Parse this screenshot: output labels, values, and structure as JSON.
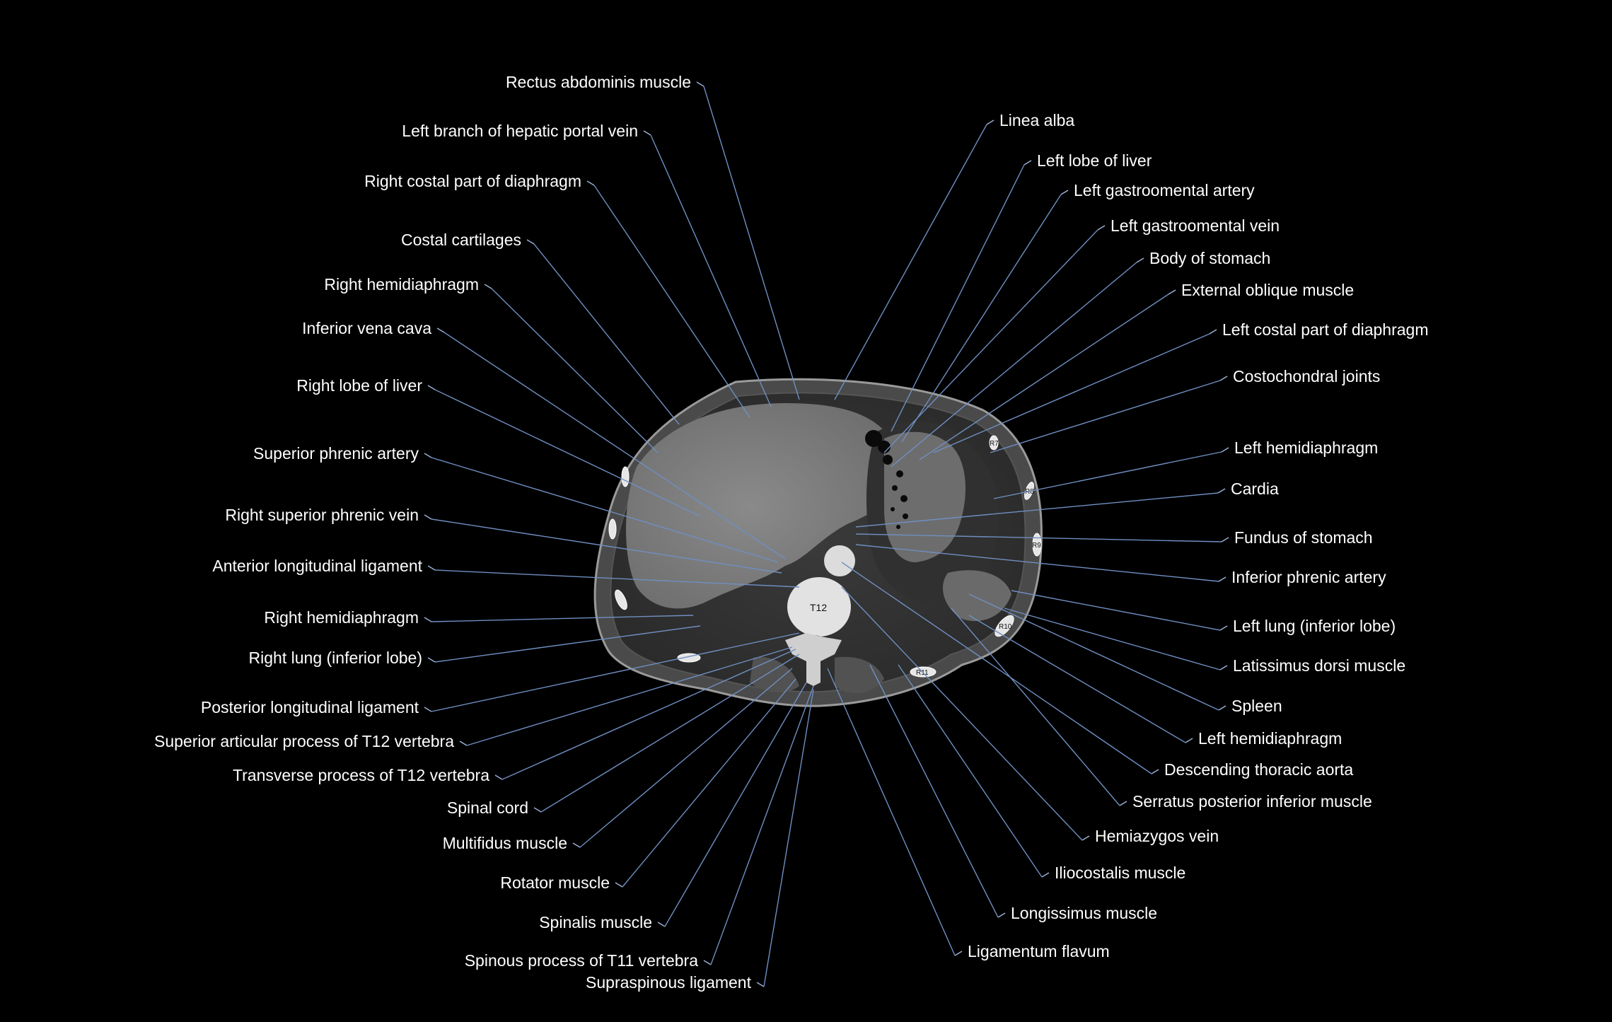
{
  "vertebra_label": "T12",
  "rib_labels": [
    "R7",
    "R8",
    "R9",
    "R10",
    "R11"
  ],
  "colors": {
    "background": "#000000",
    "label_text": "#ffffff",
    "leader_line": "#6f8fc2"
  },
  "labels_left": [
    "Rectus abdominis muscle",
    "Left branch of hepatic portal vein",
    "Right costal part of diaphragm",
    "Costal cartilages",
    "Right hemidiaphragm",
    "Inferior vena cava",
    "Right lobe of liver",
    "Superior phrenic artery",
    "Right superior phrenic vein",
    "Anterior longitudinal ligament",
    "Right hemidiaphragm",
    "Right lung (inferior lobe)",
    "Posterior longitudinal ligament",
    "Superior articular process of T12 vertebra",
    "Transverse process of T12 vertebra",
    "Spinal cord",
    "Multifidus muscle",
    "Rotator muscle",
    "Spinalis muscle",
    "Spinous process of T11 vertebra",
    "Supraspinous ligament"
  ],
  "labels_right": [
    "Linea alba",
    "Left lobe of liver",
    "Left gastroomental artery",
    "Left gastroomental vein",
    "Body of stomach",
    "External oblique muscle",
    "Left costal part of diaphragm",
    "Costochondral joints",
    "Left hemidiaphragm",
    "Cardia",
    "Fundus of stomach",
    "Inferior phrenic artery",
    "Left lung (inferior lobe)",
    "Latissimus dorsi muscle",
    "Spleen",
    "Left hemidiaphragm",
    "Descending thoracic aorta",
    "Serratus posterior inferior muscle",
    "Hemiazygos vein",
    "Iliocostalis muscle",
    "Longissimus muscle",
    "Ligamentum flavum"
  ]
}
